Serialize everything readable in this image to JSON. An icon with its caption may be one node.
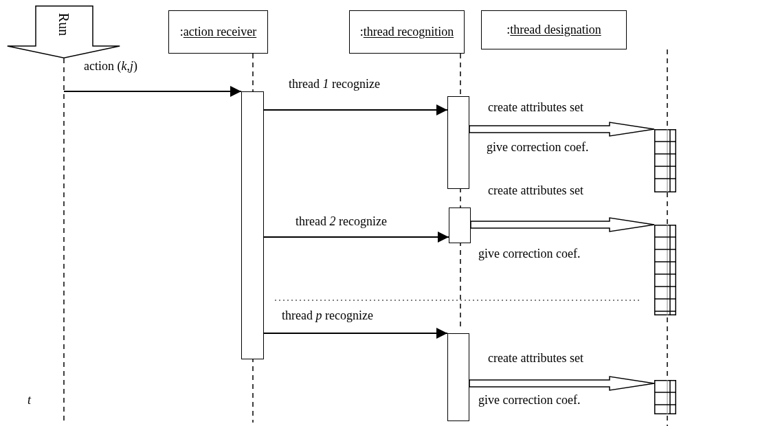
{
  "diagram": {
    "nodes": [
      {
        "text": [
          "Run"
        ]
      },
      {
        "text": [
          ":action receiver"
        ]
      },
      {
        "text": [
          ":thread recognition"
        ]
      },
      {
        "text": [
          ":thread designation"
        ]
      },
      {
        "text": [],
        "shape": "bar"
      },
      {
        "text": [],
        "shape": "bar"
      },
      {
        "text": [],
        "shape": "bar"
      },
      {
        "text": [],
        "shape": "bar"
      },
      {
        "text": [],
        "shape": "box"
      },
      {
        "text": [],
        "shape": "box"
      },
      {
        "text": [],
        "shape": "box"
      }
    ],
    "edges": [
      {
        "from": null,
        "to": 4,
        "arrow": "to",
        "label": "action  (*k*,*j*)"
      },
      {
        "from": 4,
        "to": 5,
        "arrow": "to",
        "label": "thread *1* recognize"
      },
      {
        "from": 5,
        "to": 8,
        "arrow": "to",
        "label": "create attributes set",
        "style": "thick"
      },
      {
        "from": 4,
        "to": 6,
        "arrow": "to",
        "label": "thread *2* recognize"
      },
      {
        "from": 6,
        "to": 9,
        "arrow": "to",
        "label": "create attributes set",
        "style": "thick"
      },
      {
        "from": 4,
        "to": 7,
        "arrow": "to",
        "label": "thread  *p* recognize"
      },
      {
        "from": 7,
        "to": 10,
        "arrow": "to",
        "label": "create attributes set",
        "style": "thick"
      }
    ],
    "labels": [
      "give correction coef.",
      "give correction coef.",
      "t",
      "give correction coef."
    ]
  }
}
